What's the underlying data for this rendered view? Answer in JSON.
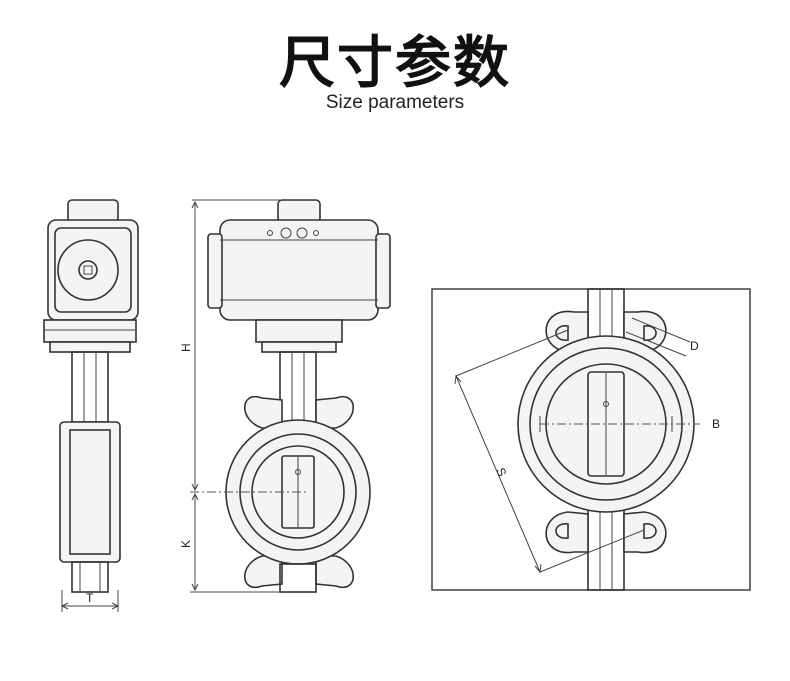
{
  "header": {
    "title": "尺寸参数",
    "subtitle": "Size parameters"
  },
  "dimension_labels": {
    "t": "T",
    "h": "H",
    "k": "K",
    "d": "D",
    "b": "B",
    "s": "S"
  },
  "colors": {
    "line": "#333333",
    "background": "#ffffff",
    "fill": "#f4f4f4"
  }
}
